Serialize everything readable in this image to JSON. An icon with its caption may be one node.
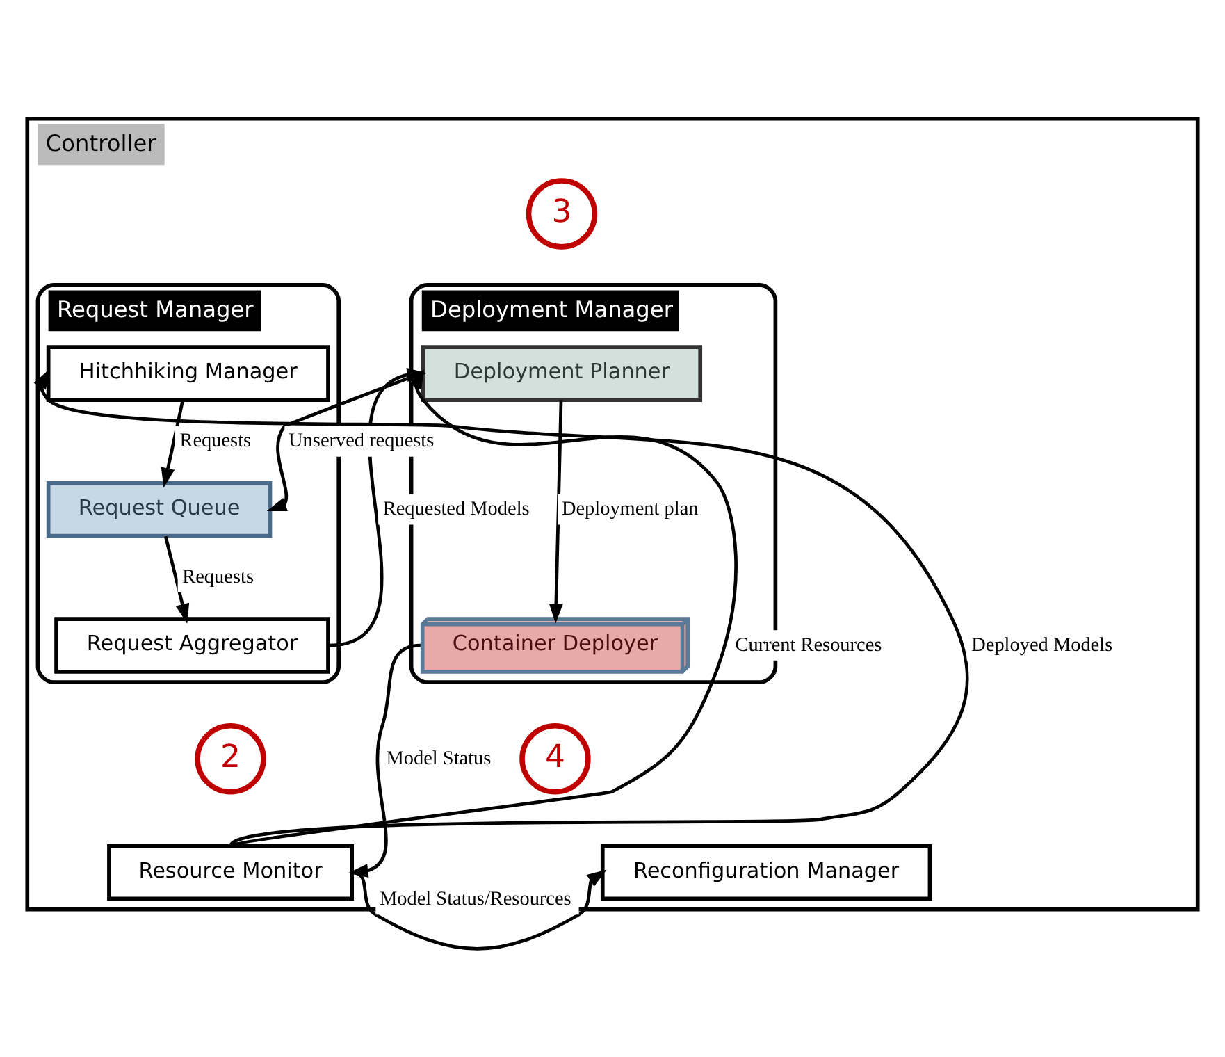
{
  "diagram": {
    "nodes": [
      {
        "text": [
          "Controller"
        ]
      },
      {
        "text": [
          "Request Manager"
        ],
        "in": 0
      },
      {
        "text": [
          "Hitchhiking Manager"
        ],
        "in": 1
      },
      {
        "text": [
          "Request Queue"
        ],
        "in": 1
      },
      {
        "text": [
          "Request Aggregator"
        ],
        "in": 1
      },
      {
        "text": [
          "3"
        ],
        "in": 0
      },
      {
        "text": [
          "Deployment Manager"
        ],
        "in": 0
      },
      {
        "text": [
          "Deployment Planner"
        ],
        "in": 6
      },
      {
        "text": [
          "Container Deployer"
        ],
        "in": 6
      },
      {
        "text": [
          "2"
        ],
        "in": 0
      },
      {
        "text": [
          "Resource Monitor"
        ],
        "in": 0
      },
      {
        "text": [
          "4"
        ],
        "in": 0
      },
      {
        "text": [
          "Reconfiguration Manager"
        ],
        "in": 0
      }
    ],
    "edges": [
      {
        "from": 10,
        "to": 2,
        "arrow": "to",
        "label": "Deployed Models"
      },
      {
        "from": 2,
        "to": 3,
        "arrow": "to",
        "label": "Requests"
      },
      {
        "from": 3,
        "to": 4,
        "arrow": "to",
        "label": "Requests"
      },
      {
        "from": 7,
        "to": 3,
        "arrow": "to",
        "label": "Unserved requests"
      },
      {
        "from": 4,
        "to": 7,
        "arrow": "to",
        "label": "Requested Models"
      },
      {
        "from": 10,
        "to": 7,
        "arrow": "to",
        "label": "Current Resources"
      },
      {
        "from": 7,
        "to": 8,
        "arrow": "to",
        "label": "Deployment plan"
      },
      {
        "from": 8,
        "to": 10,
        "arrow": "to",
        "label": "Model Status"
      },
      {
        "from": 10,
        "to": 12,
        "arrow": "to",
        "label": "Model Status/Resources"
      }
    ]
  }
}
